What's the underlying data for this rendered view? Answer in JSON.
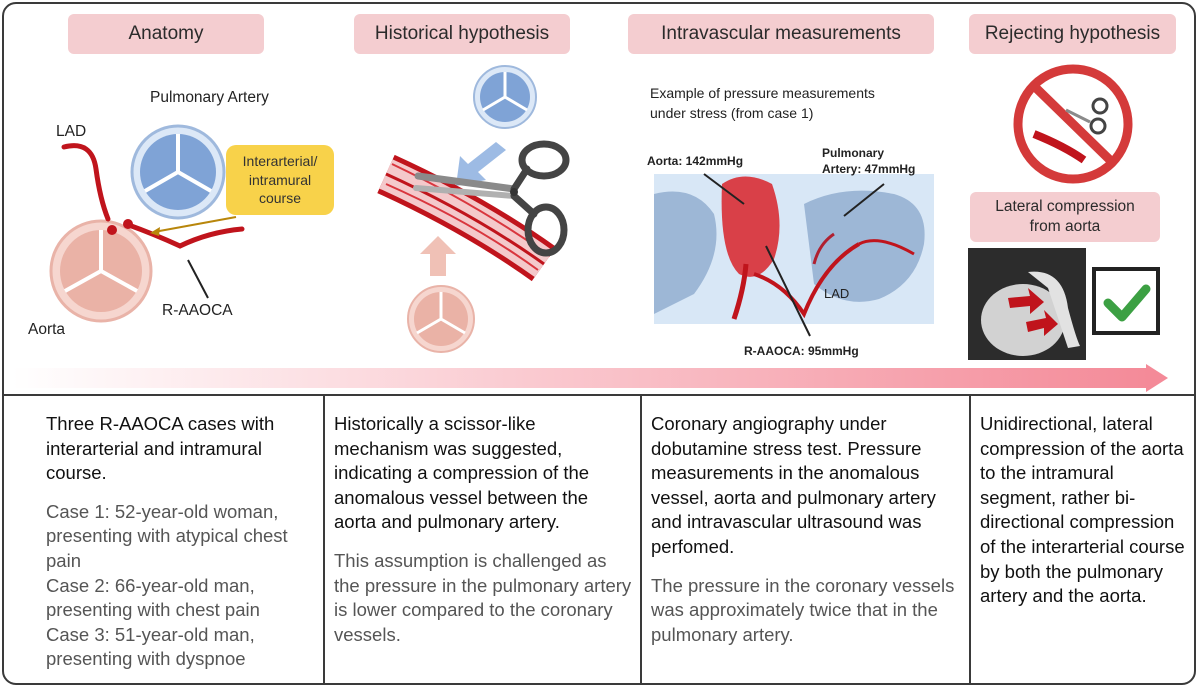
{
  "headers": {
    "anatomy": "Anatomy",
    "historical": "Historical hypothesis",
    "intravascular": "Intravascular measurements",
    "rejecting": "Rejecting hypothesis"
  },
  "anatomy_labels": {
    "pulmonary_artery": "Pulmonary Artery",
    "lad": "LAD",
    "course_line1": "Interarterial/",
    "course_line2": "intramural",
    "course_line3": "course",
    "raaoca": "R-AAOCA",
    "aorta": "Aorta"
  },
  "intravascular_labels": {
    "example_line1": "Example of pressure measurements",
    "example_line2": "under stress (from case 1)",
    "aorta_pressure": "Aorta: 142mmHg",
    "pulmonary_line1": "Pulmonary",
    "pulmonary_line2": "Artery: 47mmHg",
    "lad": "LAD",
    "raaoca_pressure": "R-AAOCA: 95mmHg"
  },
  "rejecting_labels": {
    "lateral_line1": "Lateral compression",
    "lateral_line2": "from aorta"
  },
  "columns": {
    "c1_main": "Three R-AAOCA cases with interarterial and intramural course.",
    "c1_case1": "Case 1: 52-year-old woman, presenting with atypical chest pain",
    "c1_case2": "Case 2: 66-year-old man, presenting with chest pain",
    "c1_case3": "Case 3: 51-year-old man, presenting with dyspnoe",
    "c2_main": "Historically a scissor-like mechanism was suggested, indicating a compression of the anomalous vessel between the aorta and pulmonary artery.",
    "c2_sub": "This assumption is challenged as the pressure in the pulmonary artery is lower compared to the coronary vessels.",
    "c3_main": "Coronary angiography under dobutamine stress test. Pressure measurements in the anomalous vessel, aorta and pulmonary artery and intravascular ultrasound was perfomed.",
    "c3_sub": "The pressure in the coronary vessels was approximately twice that in the pulmonary artery.",
    "c4_main": "Unidirectional, lateral compression of the aorta to the intramural segment, rather bi-directional compression of the interarterial course by both the pulmonary artery  and the aorta."
  }
}
